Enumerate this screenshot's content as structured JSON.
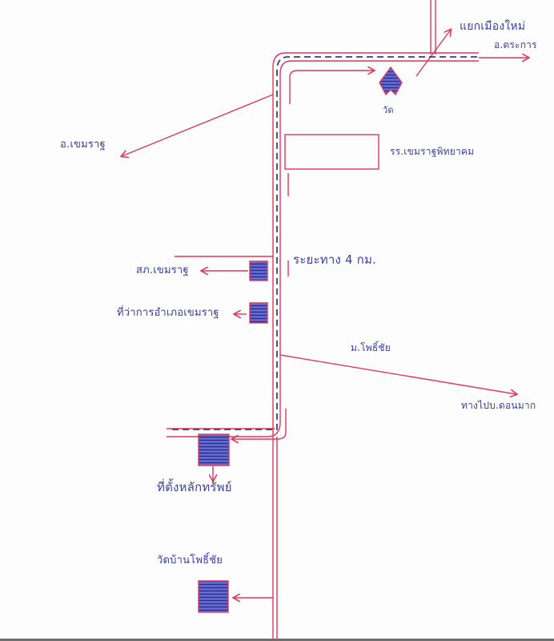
{
  "map": {
    "colors": {
      "road": "#e0375a",
      "center_line": "#3a3f7a",
      "ink": "#3a3f9e",
      "building_fill": "#3b46b8",
      "background": "#fdfdfd"
    },
    "labels": {
      "junction_mueang_mai": "แยกเมืองใหม่",
      "to_amphoe_tha_kan": "อ.ตระการ",
      "to_amphoe_khemmarat": "อ.เขมราฐ",
      "police_station_khemmarat": "สภ.เขมราฐ",
      "district_office_khemmarat": "ที่ว่าการอำเภอเขมราฐ",
      "school_name": "รร.เขมราฐพิทยาคม",
      "temple_label": "วัด",
      "distance_note": "ระยะทาง 4 กม.",
      "road_village": "ม.โพธิ์ชัย",
      "to_village_don_mak": "ทางไปบ.ดอนมาก",
      "location_site": "ที่ตั้งหลักทรัพย์",
      "wat_ban_pho_chai": "วัดบ้านโพธิ์ชัย"
    },
    "icons": {
      "temple": "diamond-hatched-icon",
      "building": "hatched-square-icon",
      "arrow": "arrow-icon"
    }
  }
}
